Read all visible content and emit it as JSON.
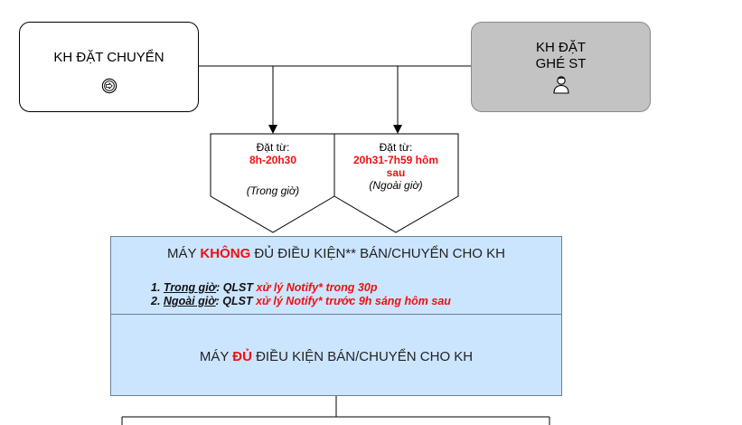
{
  "nodes": {
    "kh_dat_chuyen": {
      "label": "KH ĐẶT CHUYỂN",
      "icon": "arrow-circle-icon"
    },
    "kh_dat_ghe_st": {
      "line1": "KH ĐẶT",
      "line2": "GHÉ ST",
      "icon": "person-icon"
    }
  },
  "branches": [
    {
      "label": "Đặt từ:",
      "time": "8h-20h30",
      "note": "(Trong giờ)"
    },
    {
      "label": "Đặt từ:",
      "time_line1": "20h31-7h59 hôm",
      "time_line2": "sau",
      "note": "(Ngoài giờ)"
    }
  ],
  "block": {
    "title1_a": "MÁY ",
    "title1_hl": "KHÔNG",
    "title1_b": " ĐỦ ĐIỀU KIỆN** BÁN/CHUYỂN CHO KH",
    "items": [
      {
        "num": "1. ",
        "lead": "Trong giờ",
        "mid": ": QLST ",
        "hl": "xử lý Notify* trong 30p"
      },
      {
        "num": "2. ",
        "lead": "Ngoài giờ",
        "mid": ": QLST ",
        "hl": "xử lý Notify* trước 9h sáng hôm sau"
      }
    ],
    "title2_a": "MÁY ",
    "title2_hl": "ĐỦ",
    "title2_b": " ĐIỀU KIỆN BÁN/CHUYỂN CHO KH"
  },
  "colors": {
    "highlight": "#ee1111",
    "block_fill": "#cce5ff",
    "gray_box": "#c3c3c3"
  }
}
